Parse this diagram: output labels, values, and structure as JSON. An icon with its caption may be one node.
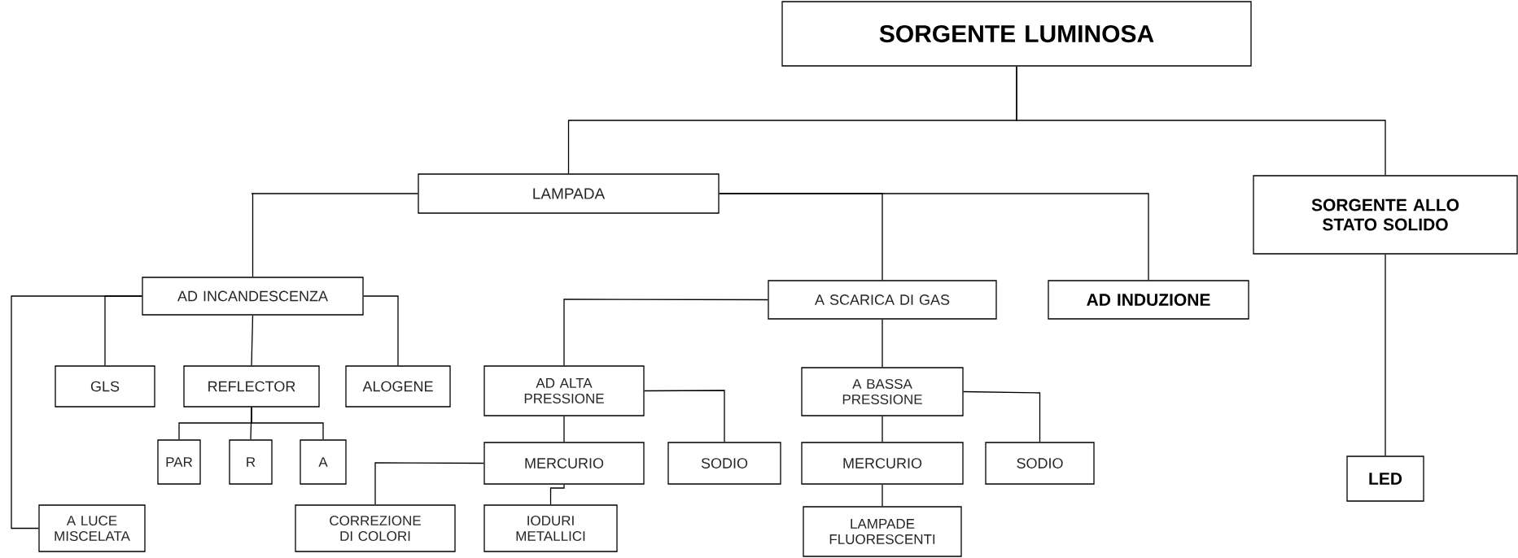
{
  "diagram": {
    "nodes": [
      {
        "text": [
          "SORGENTE LUMINOSA"
        ]
      },
      {
        "text": [
          "LAMPADA"
        ]
      },
      {
        "text": [
          "SORGENTE ALLO STATO SOLIDO"
        ]
      },
      {
        "text": [
          "AD INCANDESCENZA"
        ]
      },
      {
        "text": [
          "A SCARICA DI GAS"
        ]
      },
      {
        "text": [
          "AD INDUZIONE"
        ]
      },
      {
        "text": [
          "GLS"
        ]
      },
      {
        "text": [
          "REFLECTOR"
        ]
      },
      {
        "text": [
          "ALOGENE"
        ]
      },
      {
        "text": [
          "AD ALTA PRESSIONE"
        ]
      },
      {
        "text": [
          "A BASSA PRESSIONE"
        ]
      },
      {
        "text": [
          "PAR"
        ]
      },
      {
        "text": [
          "R"
        ]
      },
      {
        "text": [
          "A"
        ]
      },
      {
        "text": [
          "MERCURIO"
        ]
      },
      {
        "text": [
          "SODIO"
        ]
      },
      {
        "text": [
          "MERCURIO"
        ]
      },
      {
        "text": [
          "SODIO"
        ]
      },
      {
        "text": [
          "LED"
        ]
      },
      {
        "text": [
          "A LUCE MISCELATA"
        ]
      },
      {
        "text": [
          "CORREZIONE DI COLORI"
        ]
      },
      {
        "text": [
          "IODURI METALLICI"
        ]
      },
      {
        "text": [
          "LAMPADE FLUORESCENTI"
        ]
      }
    ],
    "edges": [
      {
        "from": 0,
        "to": 1,
        "arrow": "none"
      },
      {
        "from": 0,
        "to": 2,
        "arrow": "none"
      },
      {
        "from": 1,
        "to": 3,
        "arrow": "none"
      },
      {
        "from": 1,
        "to": 4,
        "arrow": "none"
      },
      {
        "from": 1,
        "to": 5,
        "arrow": "none"
      },
      {
        "from": 3,
        "to": 6,
        "arrow": "none"
      },
      {
        "from": 3,
        "to": 7,
        "arrow": "none"
      },
      {
        "from": 3,
        "to": 8,
        "arrow": "none"
      },
      {
        "from": 3,
        "to": 19,
        "arrow": "none"
      },
      {
        "from": 7,
        "to": 11,
        "arrow": "none"
      },
      {
        "from": 7,
        "to": 12,
        "arrow": "none"
      },
      {
        "from": 7,
        "to": 13,
        "arrow": "none"
      },
      {
        "from": 4,
        "to": 9,
        "arrow": "none"
      },
      {
        "from": 4,
        "to": 10,
        "arrow": "none"
      },
      {
        "from": 9,
        "to": 14,
        "arrow": "none"
      },
      {
        "from": 9,
        "to": 15,
        "arrow": "none"
      },
      {
        "from": 14,
        "to": 20,
        "arrow": "none"
      },
      {
        "from": 14,
        "to": 21,
        "arrow": "none"
      },
      {
        "from": 10,
        "to": 16,
        "arrow": "none"
      },
      {
        "from": 10,
        "to": 17,
        "arrow": "none"
      },
      {
        "from": 16,
        "to": 22,
        "arrow": "none"
      },
      {
        "from": 2,
        "to": 18,
        "arrow": "none"
      }
    ]
  }
}
